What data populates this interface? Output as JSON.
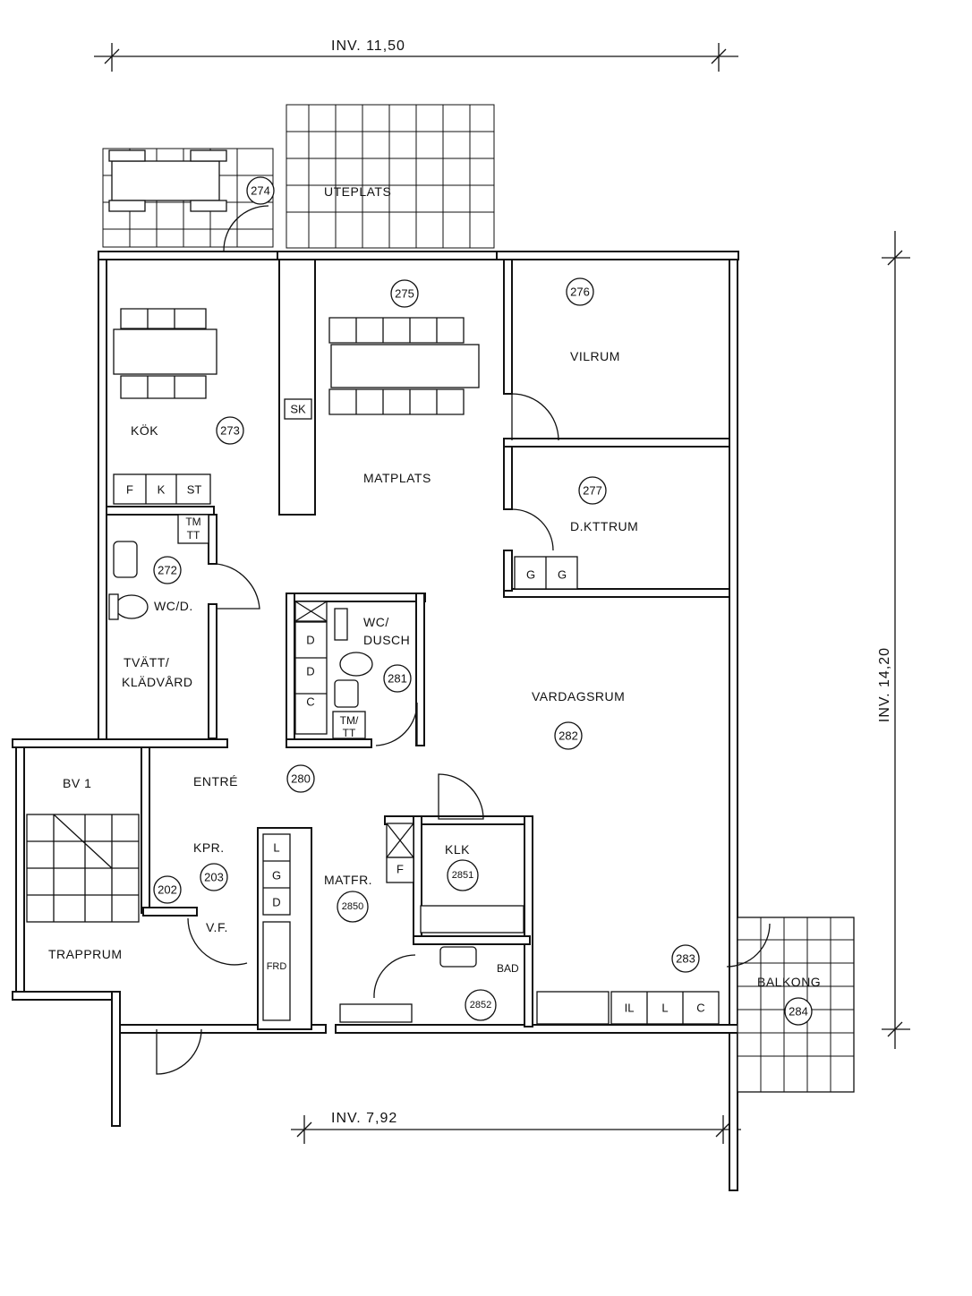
{
  "dimensions": {
    "top": "INV.  11,50",
    "right": "INV.  14,20",
    "bottom": "INV.  7,92"
  },
  "rooms": [
    {
      "id": "uteplats",
      "name": "UTEPLATS",
      "number": "274"
    },
    {
      "id": "matplats",
      "name": "MATPLATS",
      "number": "275"
    },
    {
      "id": "vilrum",
      "name": "VILRUM",
      "number": "276"
    },
    {
      "id": "kok",
      "name": "KÖK",
      "number": "273"
    },
    {
      "id": "dkttrum",
      "name": "D.KTTRUM",
      "number": "277"
    },
    {
      "id": "wc-d",
      "name": "WC/D.",
      "number": "272"
    },
    {
      "id": "tvatt",
      "name_line1": "TVÄTT/",
      "name_line2": "KLÄDVÅRD"
    },
    {
      "id": "wc-dusch",
      "name_line1": "WC/",
      "name_line2": "DUSCH",
      "number": "281"
    },
    {
      "id": "vardagsrum",
      "name": "VARDAGSRUM",
      "number": "282"
    },
    {
      "id": "bv1",
      "name": "BV 1"
    },
    {
      "id": "entre",
      "name": "ENTRÉ",
      "number": "280"
    },
    {
      "id": "kpr",
      "name": "KPR.",
      "number": "203"
    },
    {
      "id": "trapprum",
      "name": "TRAPPRUM",
      "number": "202"
    },
    {
      "id": "vf",
      "name": "V.F."
    },
    {
      "id": "matfr",
      "name": "MATFR.",
      "number": "2850"
    },
    {
      "id": "klk",
      "name": "KLK",
      "number": "2851"
    },
    {
      "id": "bad",
      "name": "BAD",
      "number": "2852"
    },
    {
      "id": "hall283",
      "number": "283"
    },
    {
      "id": "balkong",
      "name": "BALKONG",
      "number": "284"
    }
  ],
  "fixtures": {
    "kitchen": [
      "F",
      "K",
      "ST"
    ],
    "tmtt1": [
      "TM",
      "TT"
    ],
    "sk": "SK",
    "g1": "G",
    "g2": "G",
    "d1": "D",
    "d2": "D",
    "c1": "C",
    "tmtt2": [
      "TM/",
      "TT"
    ],
    "l": "L",
    "g3": "G",
    "d3": "D",
    "frd": "FRD",
    "f": "F",
    "il": "IL",
    "l2": "L",
    "c2": "C"
  }
}
